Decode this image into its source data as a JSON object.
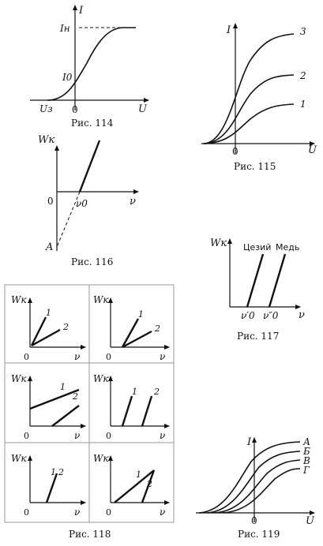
{
  "captions": {
    "fig114": "Рис. 114",
    "fig115": "Рис. 115",
    "fig116": "Рис. 116",
    "fig117": "Рис. 117",
    "fig118": "Рис. 118",
    "fig119": "Рис. 119"
  },
  "fig114": {
    "y_label": "I",
    "x_label": "U",
    "i_sat": "Iн",
    "i_zero": "I0",
    "u_stop": "Uз",
    "origin": "0"
  },
  "fig115": {
    "y_label": "I",
    "x_label": "U",
    "origin": "0",
    "curve_labels": [
      "1",
      "2",
      "3"
    ]
  },
  "fig116": {
    "y_label": "Wк",
    "x_label": "ν",
    "origin": "0",
    "nu0": "ν0",
    "a_label": "A"
  },
  "fig117": {
    "y_label": "Wк",
    "x_label": "ν",
    "cesium": "Цезий",
    "copper": "Медь",
    "nu_prime": "ν′0",
    "nu_dprime": "ν″0"
  },
  "fig118": {
    "panels": [
      {
        "y_label": "Wк",
        "x_label": "ν",
        "origin": "0",
        "l1": "1",
        "l2": "2"
      },
      {
        "y_label": "Wк",
        "x_label": "ν",
        "origin": "0",
        "l1": "1",
        "l2": "2"
      },
      {
        "y_label": "Wк",
        "x_label": "ν",
        "origin": "0",
        "l1": "1",
        "l2": "2"
      },
      {
        "y_label": "Wк",
        "x_label": "ν",
        "origin": "0",
        "l1": "1",
        "l2": "2"
      },
      {
        "y_label": "Wк",
        "x_label": "ν",
        "origin": "0",
        "l1": "1",
        "l2": "2"
      },
      {
        "y_label": "Wк",
        "x_label": "ν",
        "origin": "0",
        "l1": "1",
        "l2": "2"
      }
    ]
  },
  "fig119": {
    "y_label": "I",
    "x_label": "U",
    "origin": "0",
    "curve_labels": [
      "А",
      "Б",
      "В",
      "Г"
    ]
  }
}
